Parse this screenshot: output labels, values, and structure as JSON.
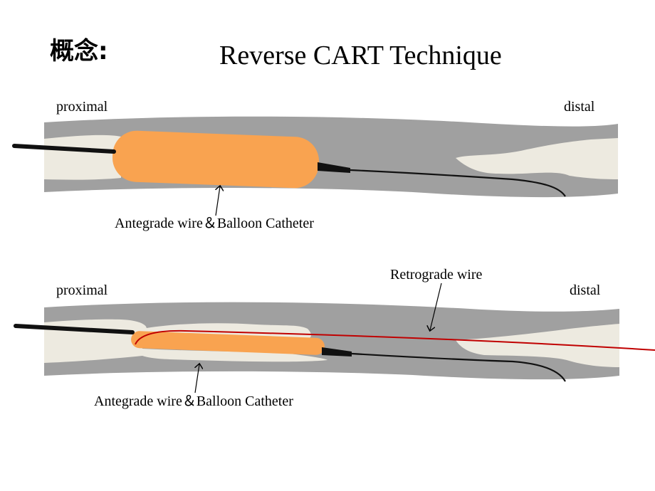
{
  "title": {
    "heading": "概念:",
    "subtitle": "Reverse CART Technique"
  },
  "panel_top": {
    "proximal_label": "proximal",
    "distal_label": "distal",
    "caption": "Antegrade wire＆Balloon Catheter"
  },
  "panel_bottom": {
    "proximal_label": "proximal",
    "distal_label": "distal",
    "retrograde_label": "Retrograde wire",
    "caption": "Antegrade wire＆Balloon Catheter"
  },
  "colors": {
    "vessel_wall": "#a0a0a0",
    "lumen": "#edeae0",
    "balloon": "#f9a350",
    "wire": "#111111",
    "retrograde_wire": "#c00000"
  }
}
